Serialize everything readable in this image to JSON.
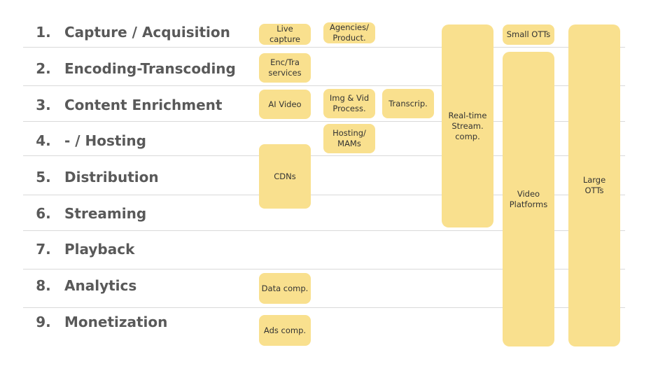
{
  "steps": [
    {
      "num": "1.",
      "label": "Capture / Acquisition"
    },
    {
      "num": "2.",
      "label": "Encoding-Transcoding"
    },
    {
      "num": "3.",
      "label": "Content Enrichment"
    },
    {
      "num": "4.",
      "label": "- / Hosting"
    },
    {
      "num": "5.",
      "label": "Distribution"
    },
    {
      "num": "6.",
      "label": "Streaming"
    },
    {
      "num": "7.",
      "label": "Playback"
    },
    {
      "num": "8.",
      "label": "Analytics"
    },
    {
      "num": "9.",
      "label": "Monetization"
    }
  ],
  "boxes": {
    "live_capture": "Live\ncapture",
    "agencies_product": "Agencies/\nProduct.",
    "enc_tra_services": "Enc/Tra\nservices",
    "ai_video": "AI Video",
    "img_vid_process": "Img & Vid\nProcess.",
    "transcrip": "Transcrip.",
    "hosting_mams": "Hosting/\nMAMs",
    "cdns": "CDNs",
    "data_comp": "Data comp.",
    "ads_comp": "Ads comp.",
    "realtime_stream": "Real-time\nStream.\ncomp.",
    "small_otts": "Small OTTs",
    "video_platforms": "Video\nPlatforms",
    "large_otts": "Large\nOTTs"
  },
  "colors": {
    "box_fill": "#f9e08e",
    "step_text": "#595959",
    "divider": "#d9d9d9"
  }
}
